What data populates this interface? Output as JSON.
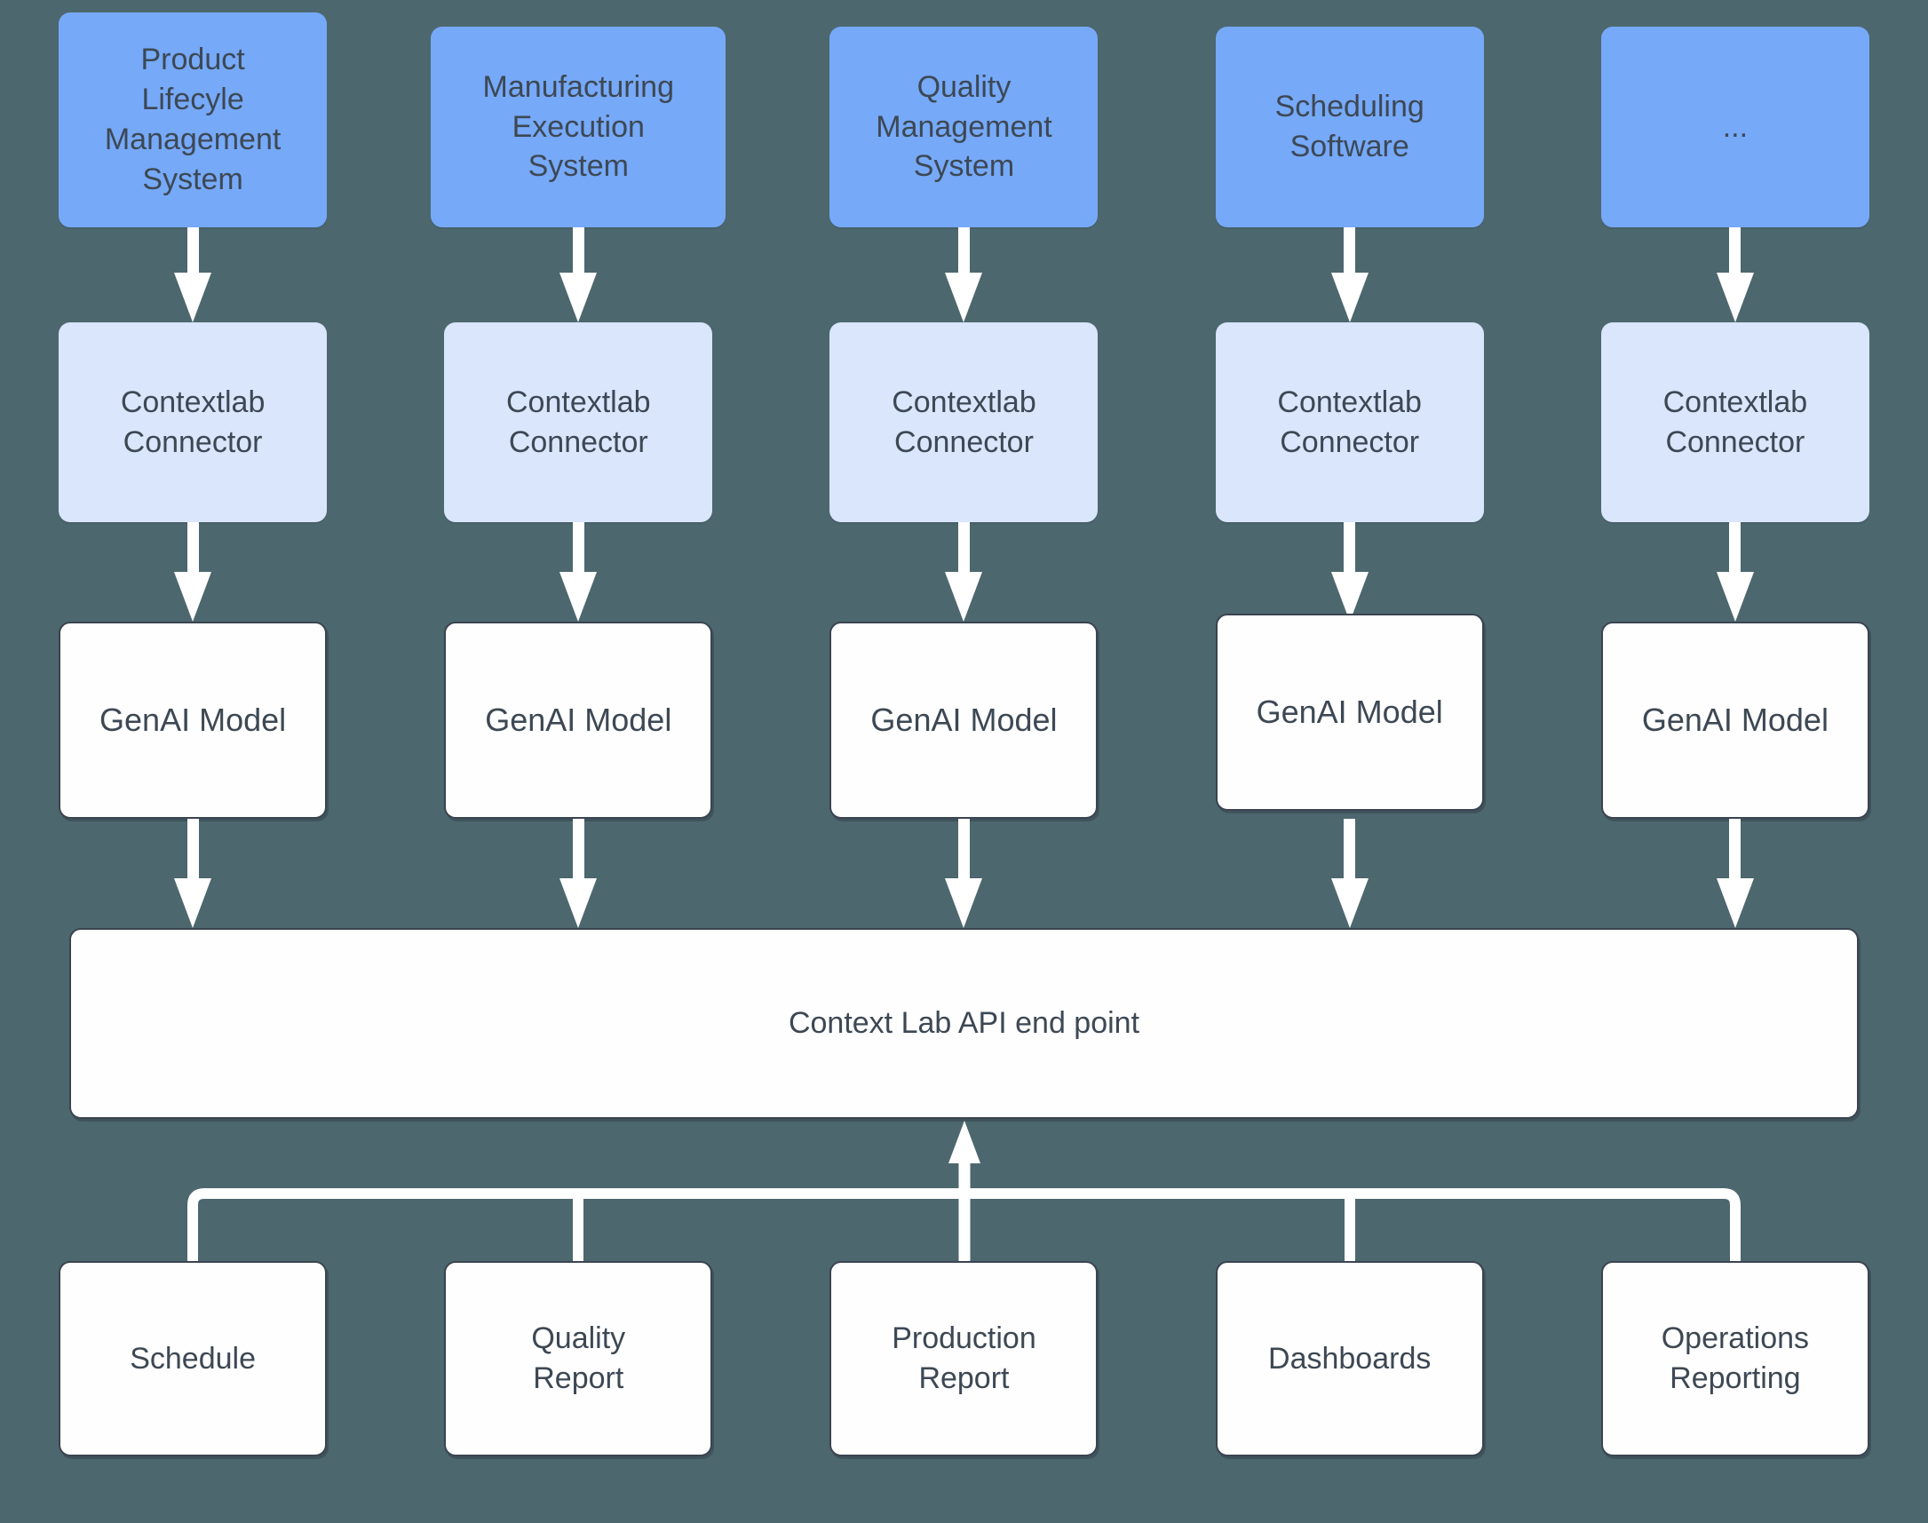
{
  "colors": {
    "background": "#4D676E",
    "source_box": "#76A9F8",
    "connector_box": "#D9E6FC",
    "white_box": "#FEFEFE",
    "box_border": "#3A4450",
    "text": "#3D4854",
    "line": "#FFFFFF"
  },
  "columns": [
    {
      "source": "Product\nLifecyle\nManagement\nSystem",
      "connector": "Contextlab\nConnector",
      "model": "GenAI Model"
    },
    {
      "source": "Manufacturing\nExecution\nSystem",
      "connector": "Contextlab\nConnector",
      "model": "GenAI Model"
    },
    {
      "source": "Quality\nManagement\nSystem",
      "connector": "Contextlab\nConnector",
      "model": "GenAI Model"
    },
    {
      "source": "Scheduling\nSoftware",
      "connector": "Contextlab\nConnector",
      "model": "GenAI Model"
    },
    {
      "source": "...",
      "connector": "Contextlab\nConnector",
      "model": "GenAI Model"
    }
  ],
  "api": {
    "label": "Context Lab API end point"
  },
  "outputs": [
    {
      "label": "Schedule"
    },
    {
      "label": "Quality\nReport"
    },
    {
      "label": "Production\nReport"
    },
    {
      "label": "Dashboards"
    },
    {
      "label": "Operations\nReporting"
    }
  ]
}
